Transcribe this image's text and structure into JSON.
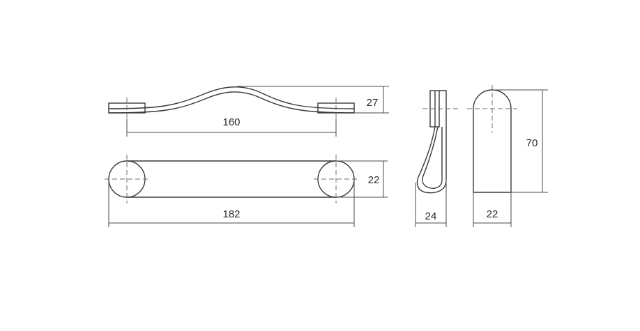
{
  "dimensions": {
    "top_view_hole_spacing": "160",
    "top_view_height": "27",
    "front_view_length": "182",
    "front_view_width": "22",
    "side_view_depth": "24",
    "end_view_height": "70",
    "end_view_width": "22"
  },
  "colors": {
    "line": "#3a3a3a",
    "centerline": "#6e6e6e",
    "background": "#ffffff"
  }
}
